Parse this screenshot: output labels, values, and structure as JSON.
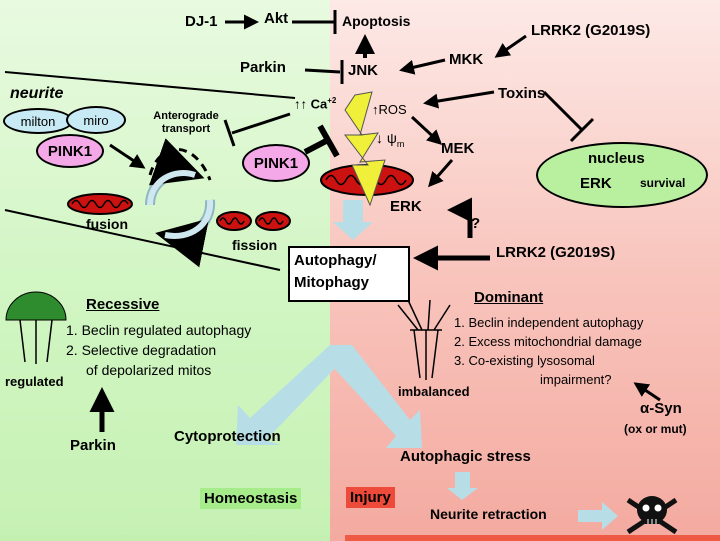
{
  "diagram": {
    "nodes": {
      "dj1": "DJ-1",
      "akt": "Akt",
      "apoptosis": "Apoptosis",
      "lrrk2_top": "LRRK2 (G2019S)",
      "parkin_top": "Parkin",
      "jnk": "JNK",
      "mkk": "MKK",
      "toxins": "Toxins",
      "neurite": "neurite",
      "milton": "milton",
      "miro": "miro",
      "anterograde": "Anterograde transport",
      "ca": "Ca",
      "ca_sup": "+2",
      "ros": "ROS",
      "psi": "ψ",
      "psi_sub": "m",
      "mek": "MEK",
      "pink1_left": "PINK1",
      "pink1_center": "PINK1",
      "nucleus": "nucleus",
      "erk_nucleus": "ERK",
      "survival": "survival",
      "fusion": "fusion",
      "fission": "fission",
      "erk": "ERK",
      "question": "?",
      "autophagy_line1": "Autophagy/",
      "autophagy_line2": "Mitophagy",
      "lrrk2_mid": "LRRK2 (G2019S)",
      "recessive_title": "Recessive",
      "recessive_1": "1. Beclin regulated autophagy",
      "recessive_2": "2. Selective degradation",
      "recessive_2b": "of depolarized mitos",
      "regulated": "regulated",
      "dominant_title": "Dominant",
      "dominant_1": "1. Beclin independent autophagy",
      "dominant_2": "2. Excess mitochondrial damage",
      "dominant_3": "3. Co-existing lysosomal",
      "dominant_3b": "impairment?",
      "imbalanced": "imbalanced",
      "asyn": "α-Syn",
      "asyn_sub": "(ox or mut)",
      "parkin_bottom": "Parkin",
      "cytoprotection": "Cytoprotection",
      "autophagic_stress": "Autophagic stress",
      "homeostasis": "Homeostasis",
      "injury": "Injury",
      "neurite_retraction": "Neurite retraction"
    },
    "colors": {
      "left_bg": "#cff5c0",
      "right_bg": "#f8c5bd",
      "pink1_fill": "#f5a8e8",
      "nucleus_fill": "#b8f0a0",
      "milton_fill": "#c8eaf5",
      "mito_red": "#cc1111",
      "lightning": "#f0f03a",
      "arrow_blue": "#b7dde6",
      "homeostasis_bg": "#a6ec8a",
      "injury_bg": "#ee4a3a"
    },
    "icons": [
      "skull-crossbones-icon",
      "lightning-icon",
      "mitochondrion-icon",
      "umbrella-icon"
    ]
  }
}
